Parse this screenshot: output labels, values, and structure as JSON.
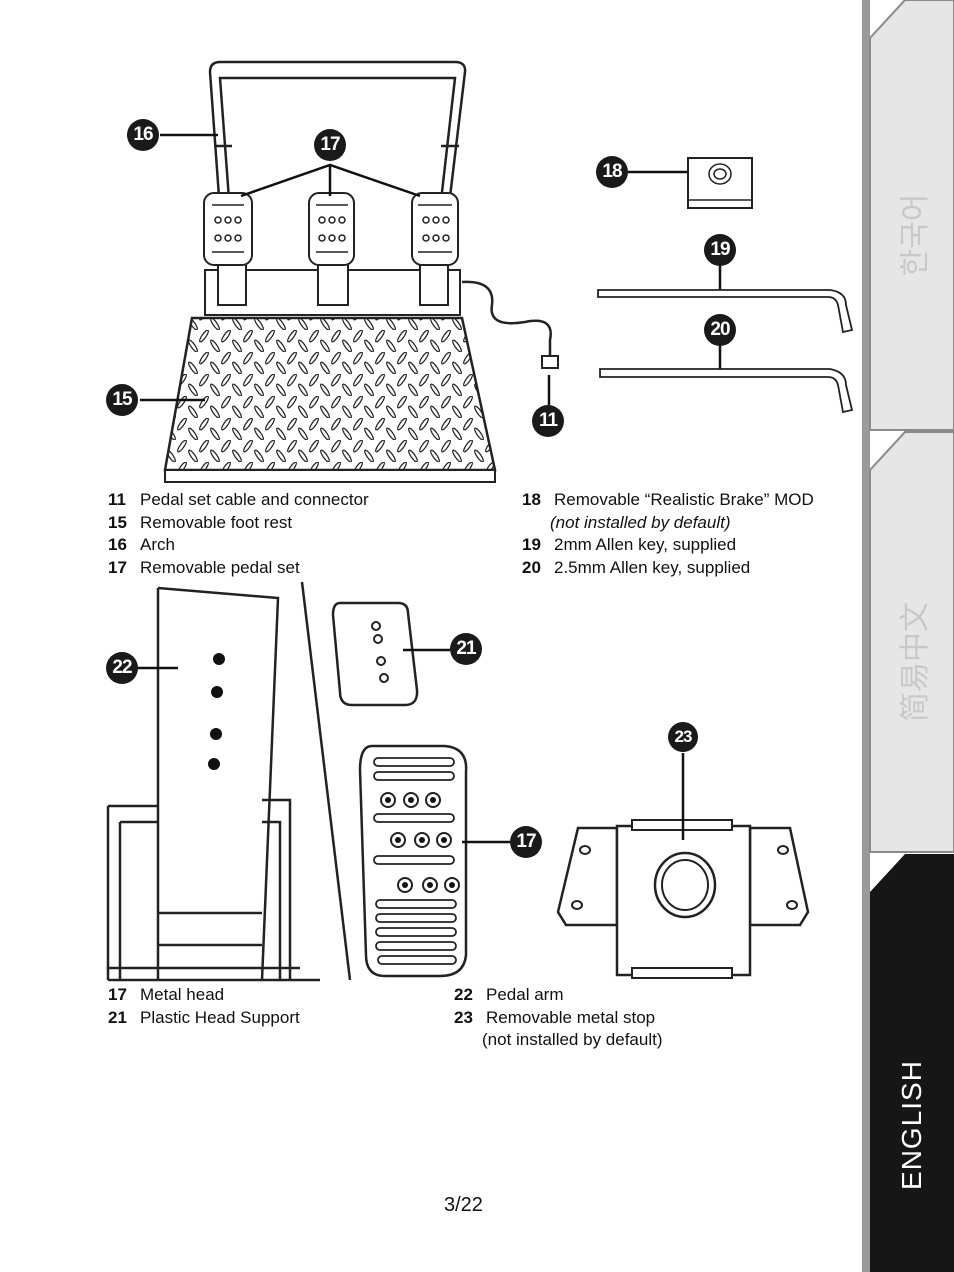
{
  "callouts": {
    "c16": "16",
    "c17a": "17",
    "c18": "18",
    "c19": "19",
    "c20": "20",
    "c15": "15",
    "c11": "11",
    "c22": "22",
    "c21": "21",
    "c23": "23",
    "c17b": "17"
  },
  "legend_top_left": [
    {
      "num": "11",
      "text": "Pedal set cable and connector"
    },
    {
      "num": "15",
      "text": "Removable foot rest"
    },
    {
      "num": "16",
      "text": "Arch"
    },
    {
      "num": "17",
      "text": "Removable pedal set"
    }
  ],
  "legend_top_right": {
    "item18": {
      "num": "18",
      "text": "Removable “Realistic Brake” MOD",
      "note": "(not installed by default)"
    },
    "item19": {
      "num": "19",
      "text": "2mm Allen key, supplied"
    },
    "item20": {
      "num": "20",
      "text": "2.5mm Allen key, supplied"
    }
  },
  "legend_bottom_left": [
    {
      "num": "17",
      "text": "Metal head"
    },
    {
      "num": "21",
      "text": "Plastic Head Support"
    }
  ],
  "legend_bottom_right": {
    "item22": {
      "num": "22",
      "text": "Pedal arm"
    },
    "item23": {
      "num": "23",
      "text": "Removable metal stop",
      "note": "(not installed by default)"
    }
  },
  "page_number": "3/22",
  "side_tabs": {
    "korean": "한국어",
    "chinese": "简易中文",
    "english": "ENGLISH"
  },
  "colors": {
    "tab_light": "#e6e6e6",
    "tab_dark": "#161616",
    "tab_edge": "#8a8a8a"
  }
}
